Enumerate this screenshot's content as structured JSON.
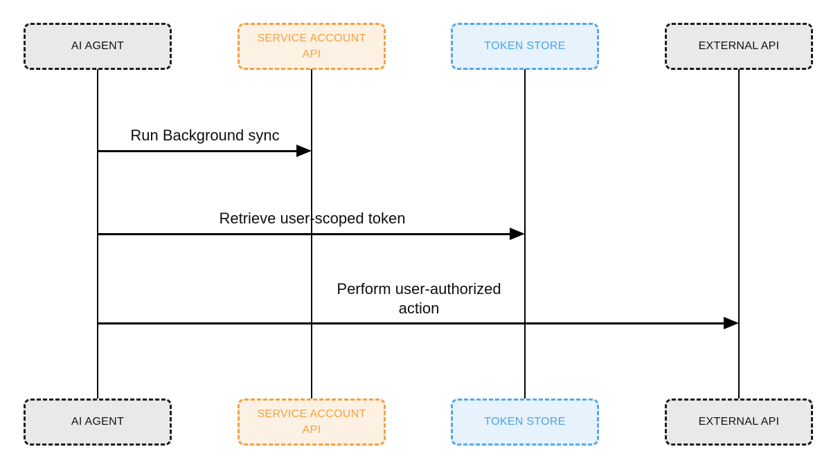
{
  "colors": {
    "background": "#ffffff",
    "line": "#000000",
    "gray_fill": "#e9e9e9",
    "gray_border": "#1c1c1c",
    "gray_text": "#111111",
    "orange_fill": "#fdf1e3",
    "orange_border": "#f0a242",
    "orange_text": "#f0a242",
    "blue_fill": "#e6f2fc",
    "blue_border": "#55a7eb",
    "blue_text": "#4ba3ea"
  },
  "diagram": {
    "type": "sequence-diagram",
    "actors": [
      {
        "id": "ai-agent",
        "label": "AI AGENT",
        "theme": "gray"
      },
      {
        "id": "service-account-api",
        "label": "SERVICE ACCOUNT\nAPI",
        "theme": "orange"
      },
      {
        "id": "token-store",
        "label": "TOKEN STORE",
        "theme": "blue"
      },
      {
        "id": "external-api",
        "label": "EXTERNAL API",
        "theme": "gray"
      }
    ],
    "messages": [
      {
        "from": "ai-agent",
        "to": "service-account-api",
        "label": "Run Background sync"
      },
      {
        "from": "ai-agent",
        "to": "token-store",
        "label": "Retrieve user-scoped token"
      },
      {
        "from": "ai-agent",
        "to": "external-api",
        "label": "Perform user-authorized\naction"
      }
    ]
  }
}
